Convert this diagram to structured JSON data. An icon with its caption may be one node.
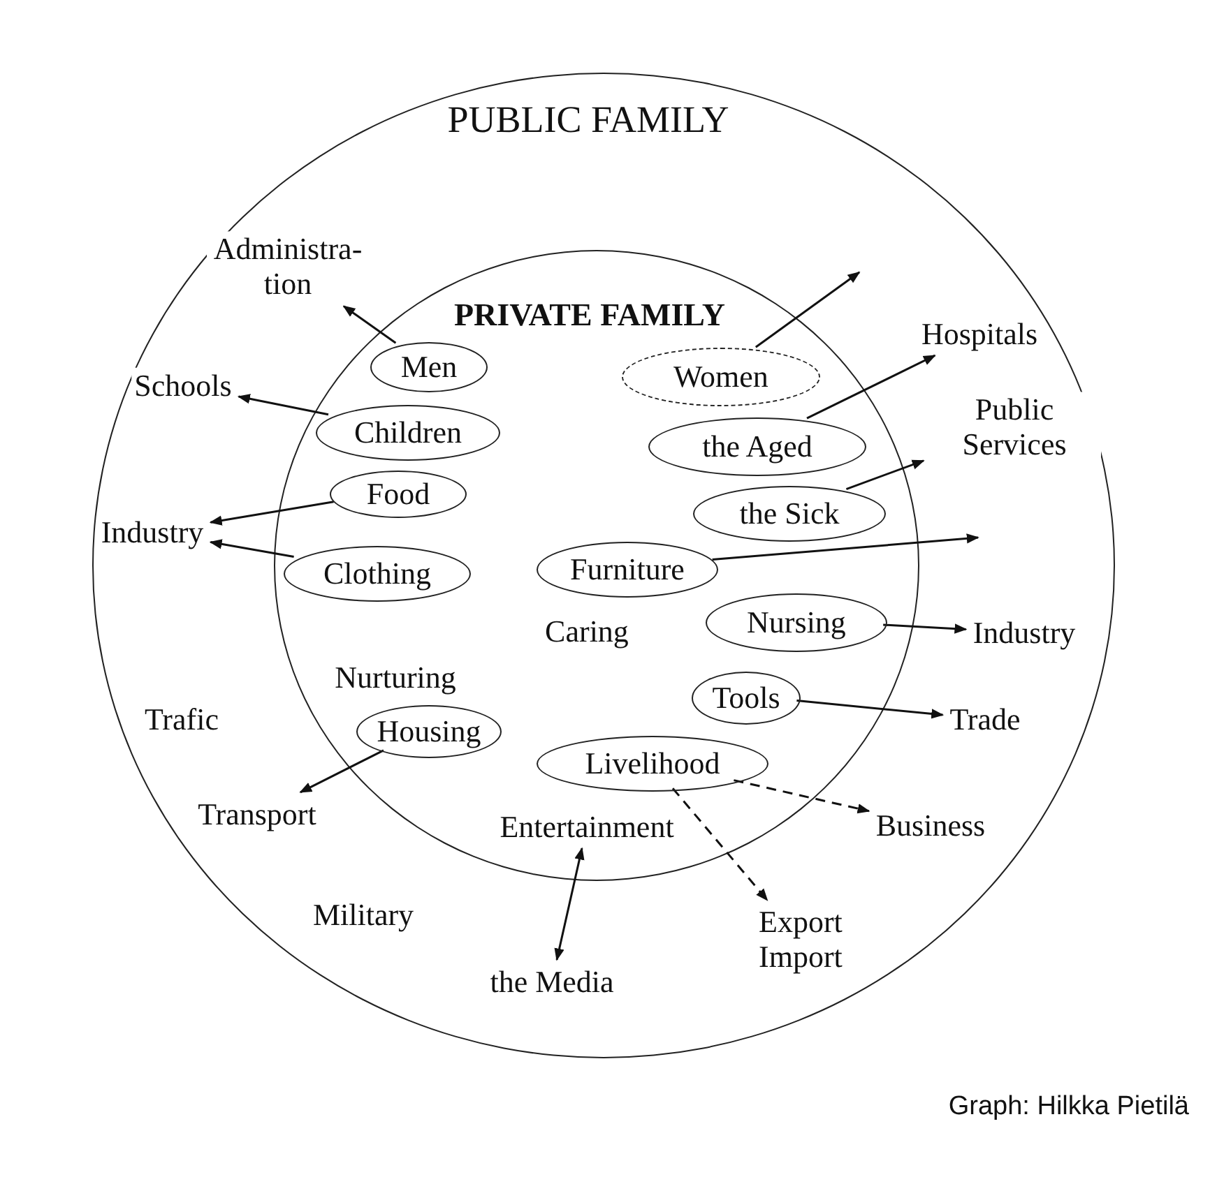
{
  "diagram": {
    "caption": "Graph: Hilkka Pietilä",
    "nodes": [
      {
        "text": [
          "PUBLIC FAMILY"
        ]
      },
      {
        "text": [
          "Administra- tion"
        ],
        "in": 0
      },
      {
        "text": [
          "PRIVATE FAMILY"
        ],
        "in": 0
      },
      {
        "text": [
          "Men"
        ],
        "in": 2
      },
      {
        "text": [
          "Women"
        ],
        "in": 2
      },
      {
        "text": [
          "Hospitals"
        ],
        "in": 0
      },
      {
        "text": [
          "Schools"
        ],
        "in": 0
      },
      {
        "text": [
          "Children"
        ],
        "in": 2
      },
      {
        "text": [
          "the Aged"
        ],
        "in": 2
      },
      {
        "text": [
          "Public Services"
        ],
        "in": 0
      },
      {
        "text": [
          "Food"
        ],
        "in": 2
      },
      {
        "text": [
          "the Sick"
        ],
        "in": 2
      },
      {
        "text": [
          "Industry"
        ],
        "in": 0
      },
      {
        "text": [
          "Clothing"
        ],
        "in": 2
      },
      {
        "text": [
          "Furniture"
        ],
        "in": 2
      },
      {
        "text": [
          "Nursing"
        ],
        "in": 2
      },
      {
        "text": [
          "Industry"
        ],
        "in": 0
      },
      {
        "text": [
          "Tools"
        ],
        "in": 2
      },
      {
        "text": [
          "Trade"
        ],
        "in": 0
      },
      {
        "text": [
          "Housing"
        ],
        "in": 2
      },
      {
        "text": [
          "Livelihood"
        ],
        "in": 2
      },
      {
        "text": [
          "Transport"
        ],
        "in": 0
      },
      {
        "text": [
          "Entertainment"
        ],
        "in": 2
      },
      {
        "text": [
          "Business"
        ],
        "in": 0
      },
      {
        "text": [
          "Export Import"
        ],
        "in": 0
      },
      {
        "text": [
          "the Media"
        ],
        "in": 0
      }
    ],
    "edges": [
      {
        "from": 3,
        "to": 1,
        "arrow": "to"
      },
      {
        "from": 7,
        "to": 6,
        "arrow": "to"
      },
      {
        "from": 10,
        "to": 12,
        "arrow": "to"
      },
      {
        "from": 13,
        "to": 12,
        "arrow": "to"
      },
      {
        "from": 4,
        "to": null,
        "arrow": "to"
      },
      {
        "from": 8,
        "to": 5,
        "arrow": "to"
      },
      {
        "from": 11,
        "to": 9,
        "arrow": "to"
      },
      {
        "from": 14,
        "to": null,
        "arrow": "to"
      },
      {
        "from": 15,
        "to": 16,
        "arrow": "to"
      },
      {
        "from": 17,
        "to": 18,
        "arrow": "to"
      },
      {
        "from": 19,
        "to": 21,
        "arrow": "to"
      },
      {
        "from": 20,
        "to": 23,
        "arrow": "to",
        "style": "dashed"
      },
      {
        "from": 20,
        "to": 24,
        "arrow": "to",
        "style": "dashed"
      },
      {
        "from": 22,
        "to": 25,
        "arrow": "both"
      }
    ],
    "labels": [
      "Caring",
      "Nurturing",
      "Trafic",
      "Military"
    ]
  }
}
